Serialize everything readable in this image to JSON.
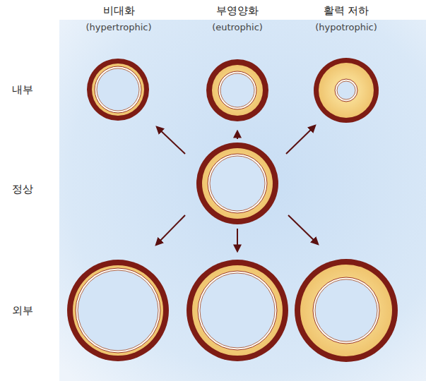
{
  "diagram": {
    "labels": [
      "비대화",
      "(hypertrophic)",
      "부영양화",
      "(eutrophic)",
      "활력 저하",
      "(hypotrophic)",
      "내부",
      "정상",
      "외부"
    ]
  }
}
